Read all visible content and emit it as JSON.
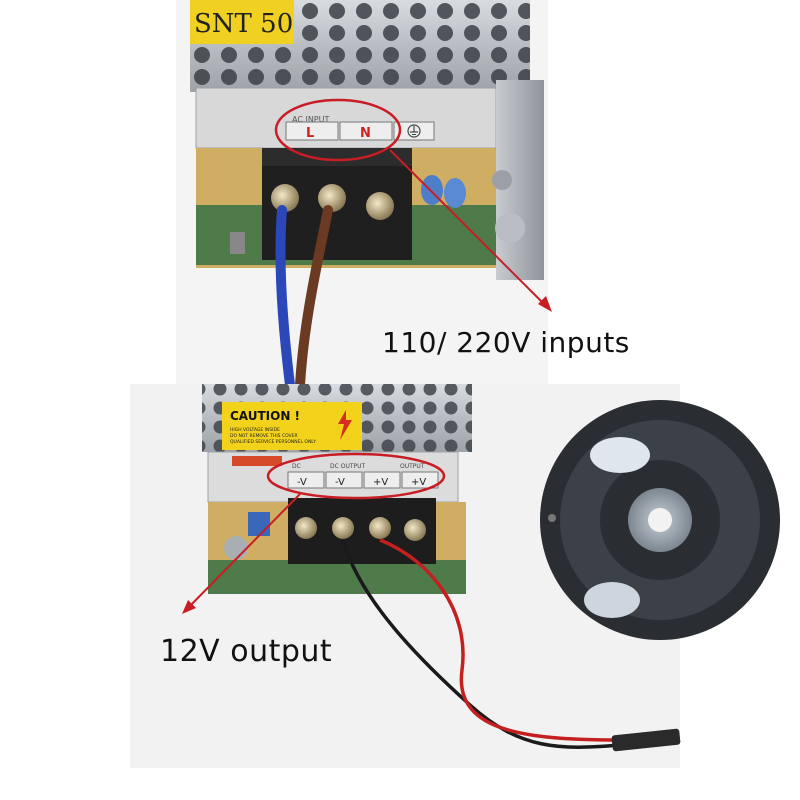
{
  "top_psu": {
    "top_label_fragment": "SNT 50",
    "terminal_header": "AC INPUT",
    "terminal_labels": [
      "L",
      "N"
    ],
    "ground_symbol": "ground-icon"
  },
  "bottom_psu": {
    "caution_title": "CAUTION !",
    "caution_lines": [
      "HIGH VOLTAGE INSIDE",
      "DO NOT REMOVE THIS COVER",
      "QUALIFIED SERVICE PERSONNEL ONLY"
    ],
    "output_header_left": "DC",
    "output_header_mid": "DC OUTPUT",
    "output_header_right": "OUTPUT",
    "terminal_labels": [
      "-V",
      "-V",
      "+V",
      "+V"
    ]
  },
  "callouts": {
    "input_label": "110/ 220V inputs",
    "output_label": "12V output"
  },
  "colors": {
    "callout_red": "#c81d25",
    "caution_yellow": "#f2d21b",
    "wire_blue": "#2c47b8",
    "wire_brown": "#6b3a22",
    "wire_red": "#c52020",
    "wire_black": "#1a1a1a"
  }
}
